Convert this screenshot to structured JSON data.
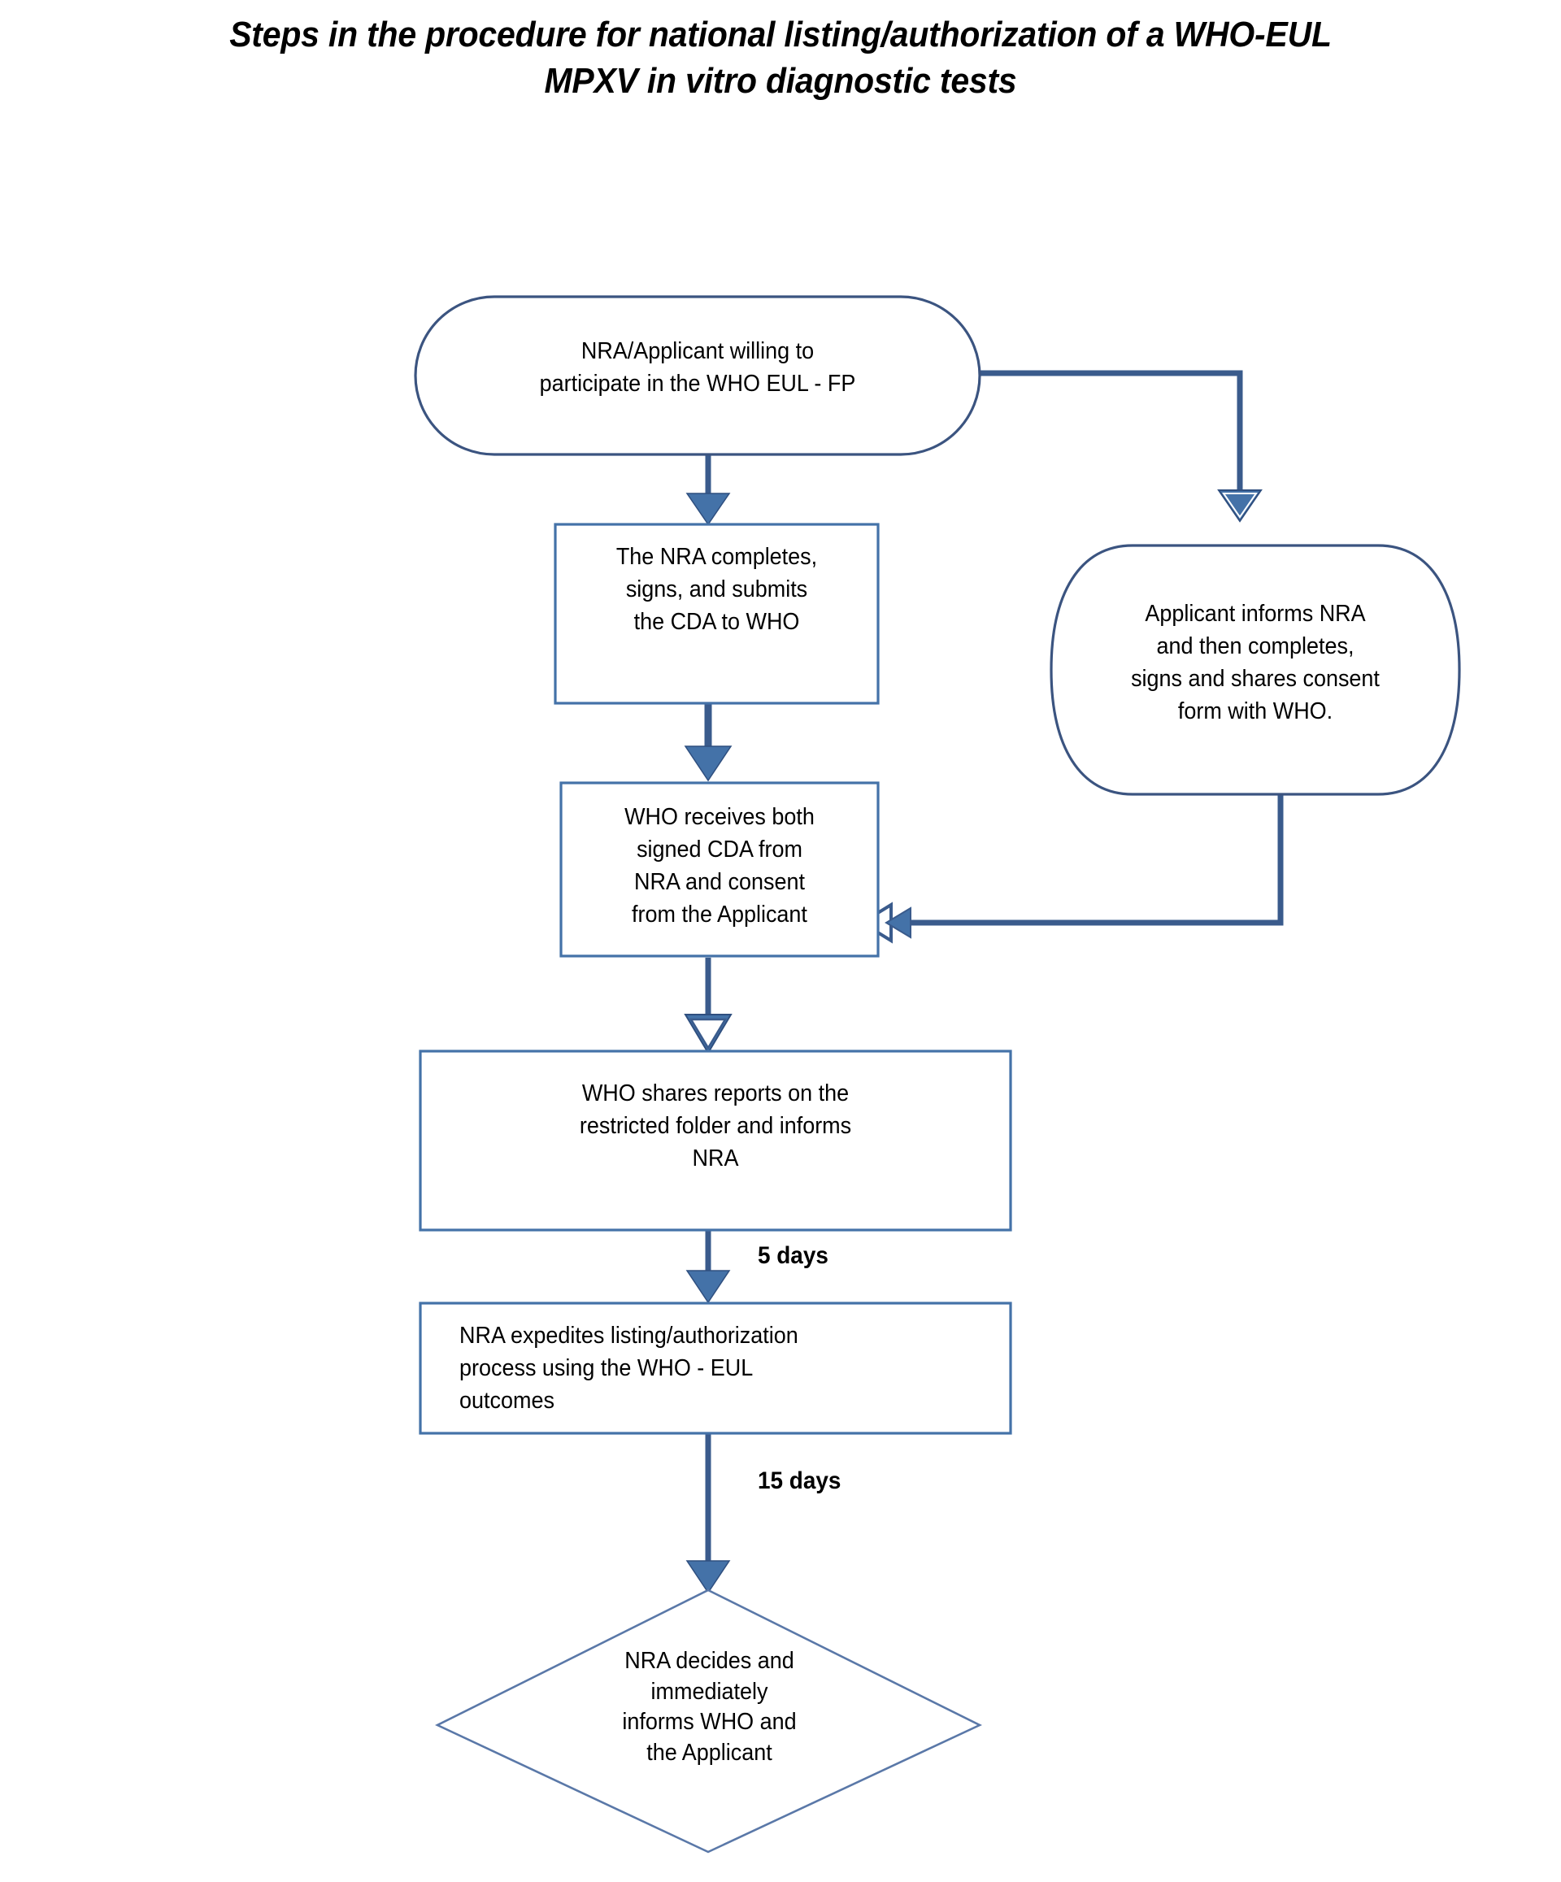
{
  "title": {
    "line1": "Steps in the procedure for national listing/authorization of a WHO-EUL",
    "line2": "MPXV in vitro diagnostic tests"
  },
  "colors": {
    "node_stroke": "#3B5480",
    "box_stroke": "#4472A8",
    "connector": "#3A5B8C",
    "arrow_fill": "#4472A8",
    "text": "#000000",
    "background": "#FFFFFF"
  },
  "chart_data": {
    "type": "flowchart",
    "title": "Steps in the procedure for national listing/authorization of a WHO-EUL MPXV in vitro diagnostic tests",
    "orientation": "top-to-bottom",
    "nodes": [
      {
        "id": "n1",
        "shape": "stadium",
        "label": "NRA/Applicant willing to\nparticipate in the WHO EUL - FP",
        "align": "center"
      },
      {
        "id": "n2",
        "shape": "rectangle",
        "label": "The NRA completes,\nsigns, and submits\nthe CDA to WHO",
        "align": "center"
      },
      {
        "id": "n3",
        "shape": "rounded-delay",
        "label": "Applicant informs NRA\nand then completes,\nsigns and shares consent\nform with  WHO.",
        "align": "center"
      },
      {
        "id": "n4",
        "shape": "rectangle",
        "label": "WHO receives both\nsigned CDA from\nNRA and consent\nfrom the Applicant",
        "align": "center"
      },
      {
        "id": "n5",
        "shape": "rectangle",
        "label": "WHO shares reports on the\nrestricted folder and informs\nNRA",
        "align": "center"
      },
      {
        "id": "n6",
        "shape": "rectangle",
        "label": "NRA expedites listing/authorization\nprocess using the WHO - EUL\noutcomes",
        "align": "left"
      },
      {
        "id": "n7",
        "shape": "diamond",
        "label": "NRA decides and\nimmediately\ninforms WHO and\nthe Applicant",
        "align": "center"
      }
    ],
    "edges": [
      {
        "from": "n1",
        "to": "n2",
        "label": "",
        "arrowhead": "solid"
      },
      {
        "from": "n1",
        "to": "n3",
        "label": "",
        "arrowhead": "open",
        "routing": "right-then-down"
      },
      {
        "from": "n2",
        "to": "n4",
        "label": "",
        "arrowhead": "solid"
      },
      {
        "from": "n3",
        "to": "n4",
        "label": "",
        "arrowhead": "open",
        "routing": "down-then-left"
      },
      {
        "from": "n4",
        "to": "n5",
        "label": "",
        "arrowhead": "open"
      },
      {
        "from": "n5",
        "to": "n6",
        "label": "5 days",
        "arrowhead": "solid"
      },
      {
        "from": "n6",
        "to": "n7",
        "label": "15 days",
        "arrowhead": "solid"
      }
    ],
    "edge_labels": [
      "5 days",
      "15 days"
    ]
  },
  "nodes": {
    "n1": {
      "text": "NRA/Applicant willing to\nparticipate in the WHO EUL - FP"
    },
    "n2": {
      "text": "The NRA completes,\nsigns, and submits\nthe CDA to WHO"
    },
    "n3": {
      "text": "Applicant informs NRA\nand then completes,\nsigns and shares consent\nform with  WHO."
    },
    "n4": {
      "text": "WHO receives both\nsigned CDA from\nNRA and consent\nfrom the Applicant"
    },
    "n5": {
      "text": "WHO shares reports on the\nrestricted folder and informs\nNRA"
    },
    "n6": {
      "text": "NRA expedites listing/authorization\nprocess using the WHO - EUL\noutcomes"
    },
    "n7": {
      "text": "NRA decides and\nimmediately\ninforms WHO and\nthe Applicant"
    }
  },
  "edge_labels": {
    "five_days": "5 days",
    "fifteen_days": "15 days"
  }
}
